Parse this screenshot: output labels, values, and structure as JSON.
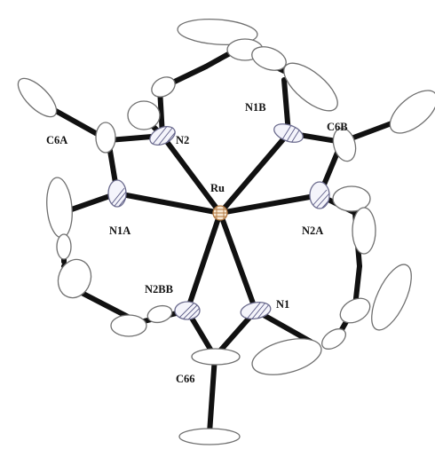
{
  "labels": {
    "ru": "Ru",
    "n1": "N1",
    "n2": "N2",
    "n1a": "N1A",
    "n2a": "N2A",
    "n1b": "N1B",
    "n2bb": "N2BB",
    "c6a": "C6A",
    "c6b": "C6B",
    "c66": "C66"
  },
  "colors": {
    "bond": "#111111",
    "ellipsoid_outline": "#6f6f6f",
    "nitrogen": "#6c6c8e",
    "ruthenium": "#b2773f"
  }
}
